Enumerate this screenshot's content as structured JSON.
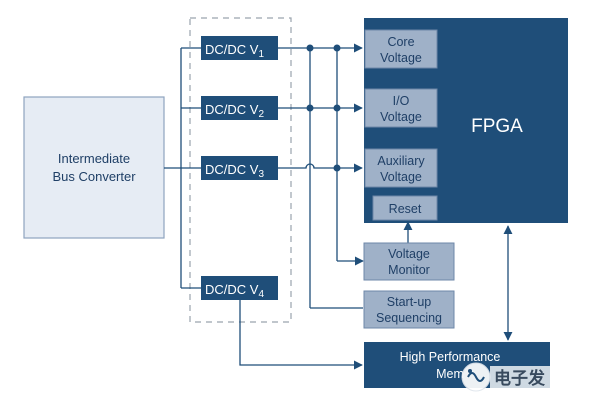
{
  "colors": {
    "dark": "#1f4e79",
    "dark_text": "#ffffff",
    "light": "#9fb1c8",
    "light_border": "#6e87a8",
    "light_text": "#1f3f66",
    "ibc_fill": "#e6ecf4",
    "line": "#1f4e79"
  },
  "ibc": {
    "line1": "Intermediate",
    "line2": "Bus Converter"
  },
  "dcdc": {
    "prefix": "DC/DC V",
    "v1": "1",
    "v2": "2",
    "v3": "3",
    "v4": "4"
  },
  "fpga": {
    "title": "FPGA",
    "core": {
      "line1": "Core",
      "line2": "Voltage"
    },
    "io": {
      "line1": "I/O",
      "line2": "Voltage"
    },
    "aux": {
      "line1": "Auxiliary",
      "line2": "Voltage"
    },
    "reset": "Reset"
  },
  "voltage_monitor": {
    "line1": "Voltage",
    "line2": "Monitor"
  },
  "startup": {
    "line1": "Start-up",
    "line2": "Sequencing"
  },
  "memory": {
    "line1": "High Performance",
    "line2": "Mem"
  },
  "watermark": "电子发"
}
